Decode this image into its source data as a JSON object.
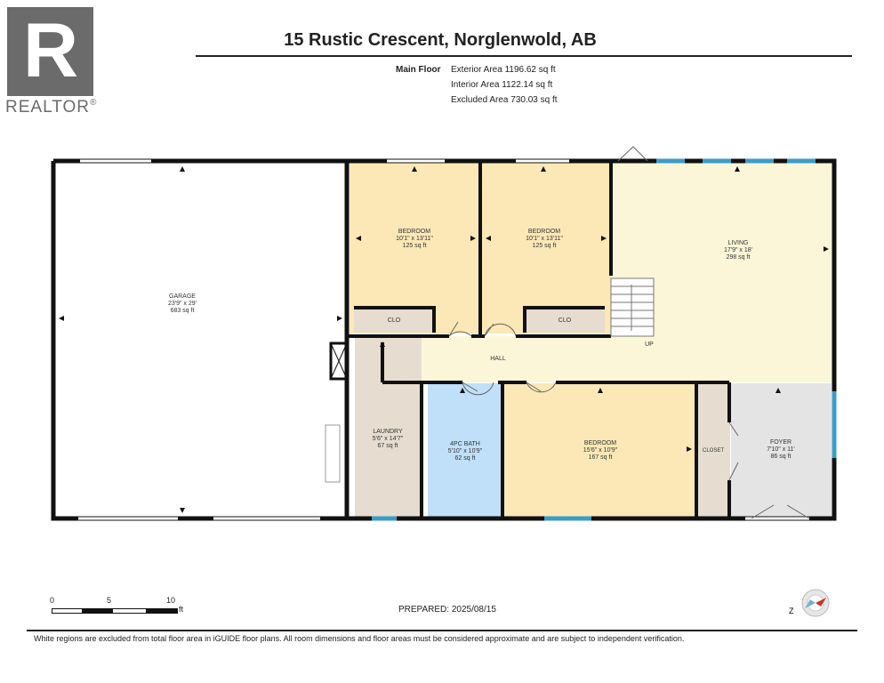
{
  "header": {
    "title": "15 Rustic Crescent, Norglenwold, AB",
    "logo_text": "REALTOR",
    "logo_letter": "R",
    "logo_mark": "®"
  },
  "areas": {
    "floor_label": "Main Floor",
    "exterior": "Exterior Area 1196.62 sq ft",
    "interior": "Interior Area 1122.14 sq ft",
    "excluded": "Excluded Area 730.03 sq ft"
  },
  "rooms": {
    "garage": {
      "name": "GARAGE",
      "dims": "23'9\" x 29'",
      "area": "683 sq ft"
    },
    "bedroom1": {
      "name": "BEDROOM",
      "dims": "10'1\" x 13'11\"",
      "area": "125 sq ft"
    },
    "bedroom2": {
      "name": "BEDROOM",
      "dims": "10'1\" x 13'11\"",
      "area": "125 sq ft"
    },
    "living": {
      "name": "LIVING",
      "dims": "17'9\" x 18'",
      "area": "298 sq ft"
    },
    "clo1": {
      "name": "CLO"
    },
    "clo2": {
      "name": "CLO"
    },
    "up": {
      "name": "UP"
    },
    "hall": {
      "name": "HALL"
    },
    "laundry": {
      "name": "LAUNDRY",
      "dims": "5'6\" x 14'7\"",
      "area": "67 sq ft"
    },
    "bath": {
      "name": "4PC BATH",
      "dims": "5'10\" x 10'9\"",
      "area": "62 sq ft"
    },
    "bedroom3": {
      "name": "BEDROOM",
      "dims": "15'6\" x 10'9\"",
      "area": "167 sq ft"
    },
    "closet": {
      "name": "CLOSET"
    },
    "foyer": {
      "name": "FOYER",
      "dims": "7'10\" x 11'",
      "area": "86 sq ft"
    }
  },
  "scale": {
    "t0": "0",
    "t5": "5",
    "t10": "10",
    "unit": "ft"
  },
  "prepared": "PREPARED:  2025/08/15",
  "footer": "White regions are excluded from total floor area in iGUIDE floor plans. All room dimensions and floor areas must be considered approximate and are subject to independent verification.",
  "colors": {
    "bedroom": "#fbe8b6",
    "living": "#fbf6d8",
    "laundry": "#e6ddd0",
    "bath": "#bfe0f8",
    "foyer": "#e4e4e4",
    "window": "#3a9cc8",
    "wall": "#111111"
  },
  "icons": {
    "compass": "compass-icon"
  }
}
